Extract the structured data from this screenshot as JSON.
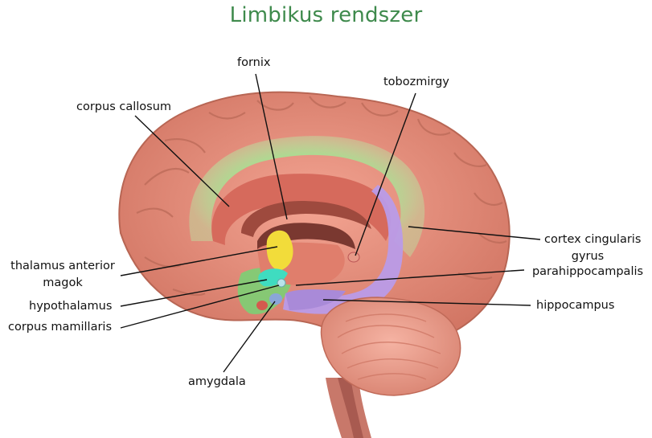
{
  "title": "Limbikus rendszer",
  "labels": {
    "fornix": "fornix",
    "tobozmirgy": "tobozmirgy",
    "corpus_callosum": "corpus callosum",
    "thalamus_line1": "thalamus anterior",
    "thalamus_line2": "magok",
    "hypothalamus": "hypothalamus",
    "corpus_mamillaris": "corpus mamillaris",
    "amygdala": "amygdala",
    "cortex_cingularis": "cortex cingularis",
    "gyrus_line1": "gyrus",
    "gyrus_line2": "parahippocampalis",
    "hippocampus": "hippocampus"
  },
  "colors": {
    "title": "#3e8a4c",
    "cortex": "#e08a78",
    "cingulate": "#8fd88a",
    "hippocampus": "#b99be8",
    "thalamus": "#f2dc3a",
    "hypothalamus": "#3fdcc0",
    "amygdala": "#8aa6d8",
    "cerebellum": "#e99a86"
  }
}
